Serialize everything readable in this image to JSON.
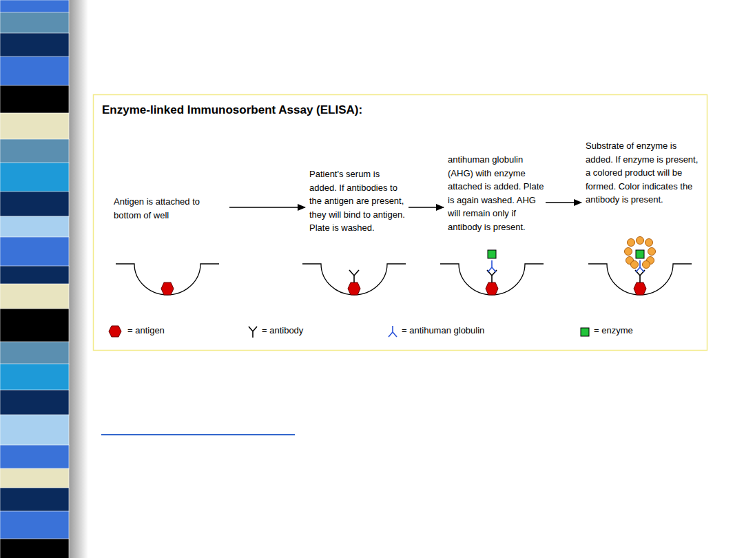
{
  "diagram": {
    "title": "Enzyme-linked Immunosorbent Assay (ELISA):",
    "nodes": [
      {
        "text": [
          "Antigen is attached to bottom of well"
        ]
      },
      {
        "text": [
          "Patient's serum is added. If antibodies to the antigen are present, they will bind to antigen. Plate is washed."
        ]
      },
      {
        "text": [
          "antihuman globulin (AHG) with enzyme attached is added. Plate is again washed. AHG will remain only if antibody is present."
        ]
      },
      {
        "text": [
          "Substrate of enzyme is added. If enzyme is present, a colored product will be formed. Color indicates the antibody is present."
        ]
      }
    ],
    "edges": [
      {
        "from": 0,
        "to": 1,
        "arrow": "to"
      },
      {
        "from": 1,
        "to": 2,
        "arrow": "to"
      },
      {
        "from": 2,
        "to": 3,
        "arrow": "to"
      }
    ],
    "legend": [
      {
        "text": "= antigen"
      },
      {
        "text": "= antibody"
      },
      {
        "text": "= antihuman globulin"
      },
      {
        "text": "= enzyme"
      }
    ]
  }
}
